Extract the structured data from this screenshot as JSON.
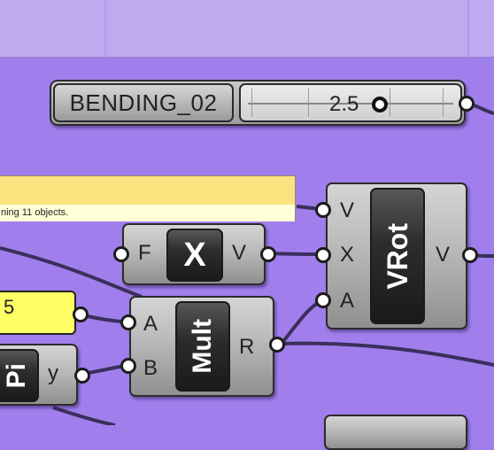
{
  "slider": {
    "name": "BENDING_02",
    "value": "2.5"
  },
  "tooltip": {
    "text": "ning 11 objects."
  },
  "cross_product": {
    "input_label": "F",
    "center_label": "X",
    "output_label": "V"
  },
  "vrot": {
    "inputs": [
      "V",
      "X",
      "A"
    ],
    "center_label": "VRot",
    "output_label": "V"
  },
  "mult": {
    "inputs": [
      "A",
      "B"
    ],
    "center_label": "Mult",
    "output_label": "R"
  },
  "number_panel": {
    "value": "5"
  },
  "pi": {
    "center_label": "Pi",
    "output_label": "y"
  },
  "colors": {
    "canvas": "#a07fec",
    "group_background": "#c0a9ef",
    "panel_yellow": "#ffff66",
    "wire": "#3b2f5c"
  }
}
